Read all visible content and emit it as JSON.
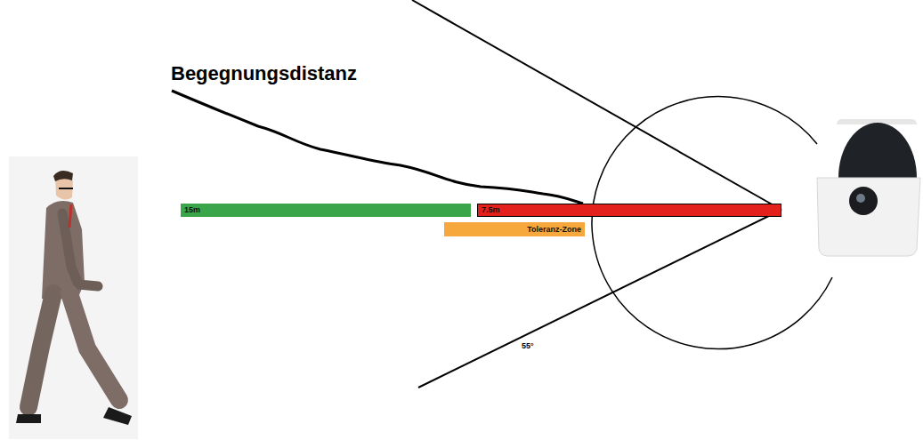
{
  "diagram": {
    "title": "Begegnungsdistanz",
    "nodes": [
      {
        "text": [
          "15m"
        ]
      },
      {
        "text": [
          "7.5m"
        ]
      },
      {
        "text": [
          "Toleranz-Zone"
        ]
      }
    ],
    "labels": [
      "55°"
    ]
  }
}
